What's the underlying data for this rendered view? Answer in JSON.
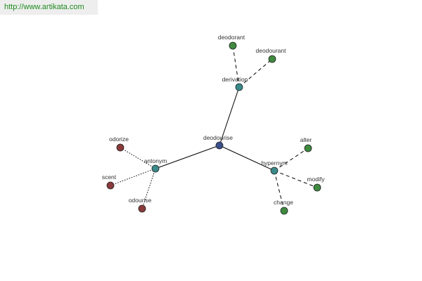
{
  "source": {
    "url_text": "http://www.artikata.com"
  },
  "graph": {
    "center": {
      "label": "deodourise",
      "color": "#3b4e8c"
    },
    "hubs": {
      "derivation": {
        "label": "derivation",
        "color": "#3a8a8a"
      },
      "antonym": {
        "label": "antonym",
        "color": "#3a8a8a"
      },
      "hypernym": {
        "label": "hypernym",
        "color": "#3a8a8a"
      }
    },
    "leaves": {
      "deodorant": {
        "label": "deodorant",
        "color": "#3f8a3f"
      },
      "deodourant": {
        "label": "deodourant",
        "color": "#3f8a3f"
      },
      "odorize": {
        "label": "odorize",
        "color": "#8a3a3a"
      },
      "scent": {
        "label": "scent",
        "color": "#8a3a3a"
      },
      "odourise": {
        "label": "odourise",
        "color": "#8a3a3a"
      },
      "alter": {
        "label": "alter",
        "color": "#3f8a3f"
      },
      "modify": {
        "label": "modify",
        "color": "#3f8a3f"
      },
      "change": {
        "label": "change",
        "color": "#3f8a3f"
      }
    }
  }
}
